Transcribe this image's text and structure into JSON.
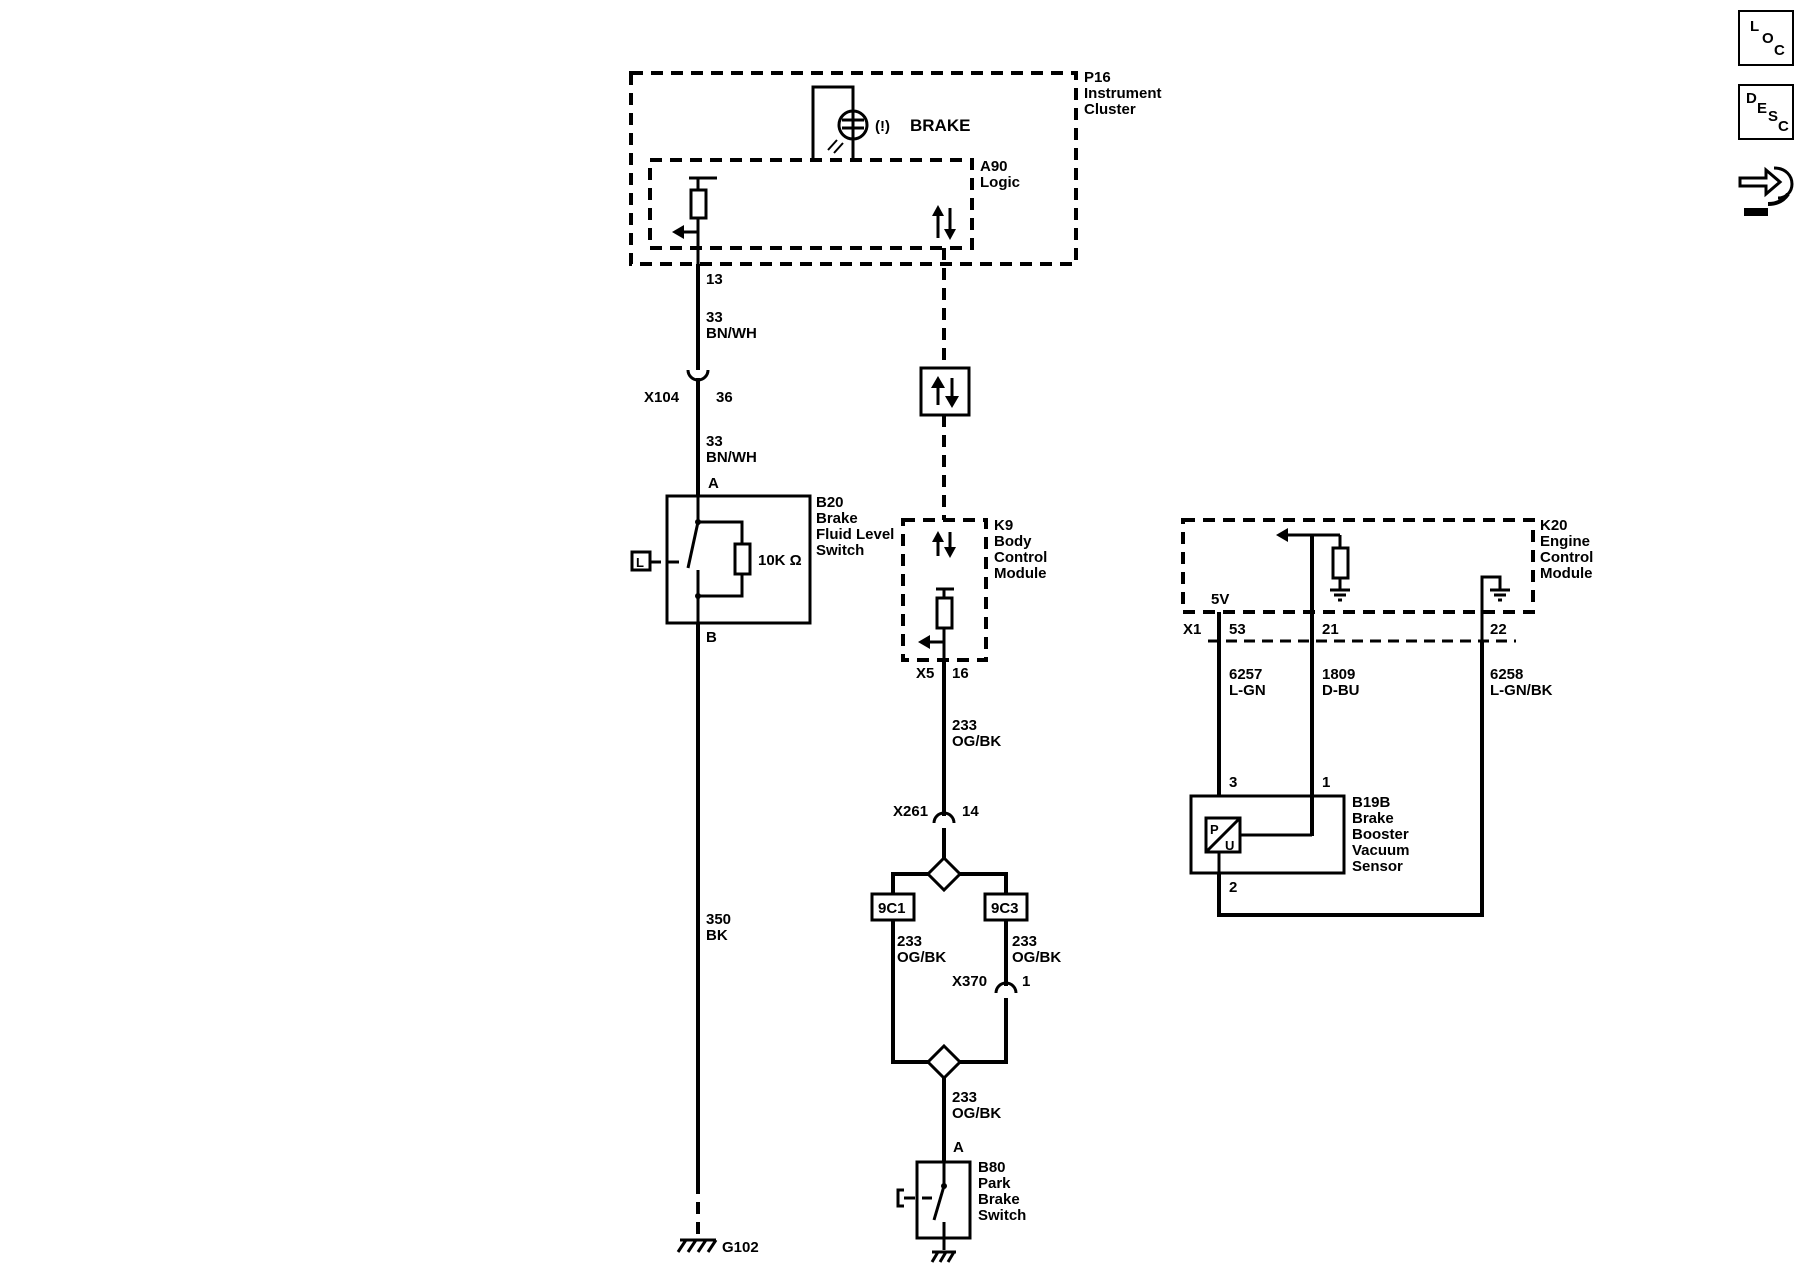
{
  "side_icons": {
    "loc": {
      "l1": "L",
      "l2": "O",
      "l3": "C"
    },
    "desc": {
      "l1": "D",
      "l2": "E",
      "l3": "S",
      "l4": "C"
    }
  },
  "p16": {
    "id": "P16",
    "line1": "Instrument",
    "line2": "Cluster",
    "lamp_label": "BRAKE",
    "lamp_symbol": "(!)"
  },
  "a90": {
    "id": "A90",
    "line1": "Logic"
  },
  "pins": {
    "p16_13": "13",
    "x104_36": "36",
    "b20_a": "A",
    "b20_b": "B",
    "k9_16": "16",
    "x261_14": "14",
    "x370_1": "1",
    "b80_a": "A",
    "k20_53": "53",
    "k20_21": "21",
    "k20_22": "22",
    "b19b_3": "3",
    "b19b_1": "1",
    "b19b_2": "2"
  },
  "connectors": {
    "x104": "X104",
    "x261": "X261",
    "x370": "X370",
    "x5": "X5",
    "x1": "X1",
    "splice_1": "9C1",
    "splice_3": "9C3"
  },
  "wires": {
    "w33a": {
      "circuit": "33",
      "color": "BN/WH"
    },
    "w33b": {
      "circuit": "33",
      "color": "BN/WH"
    },
    "w350": {
      "circuit": "350",
      "color": "BK"
    },
    "w233a": {
      "circuit": "233",
      "color": "OG/BK"
    },
    "w233b": {
      "circuit": "233",
      "color": "OG/BK"
    },
    "w233c": {
      "circuit": "233",
      "color": "OG/BK"
    },
    "w233d": {
      "circuit": "233",
      "color": "OG/BK"
    },
    "w6257": {
      "circuit": "6257",
      "color": "L-GN"
    },
    "w1809": {
      "circuit": "1809",
      "color": "D-BU"
    },
    "w6258": {
      "circuit": "6258",
      "color": "L-GN/BK"
    }
  },
  "b20": {
    "id": "B20",
    "line1": "Brake",
    "line2": "Fluid Level",
    "line3": "Switch",
    "resistor": "10K Ω",
    "level_sym": "L"
  },
  "k9": {
    "id": "K9",
    "line1": "Body",
    "line2": "Control",
    "line3": "Module"
  },
  "k20": {
    "id": "K20",
    "line1": "Engine",
    "line2": "Control",
    "line3": "Module",
    "ref": "5V"
  },
  "b19b": {
    "id": "B19B",
    "line1": "Brake",
    "line2": "Booster",
    "line3": "Vacuum",
    "line4": "Sensor",
    "sym_p": "P",
    "sym_u": "U"
  },
  "b80": {
    "id": "B80",
    "line1": "Park",
    "line2": "Brake",
    "line3": "Switch"
  },
  "ground": {
    "g102": "G102"
  }
}
